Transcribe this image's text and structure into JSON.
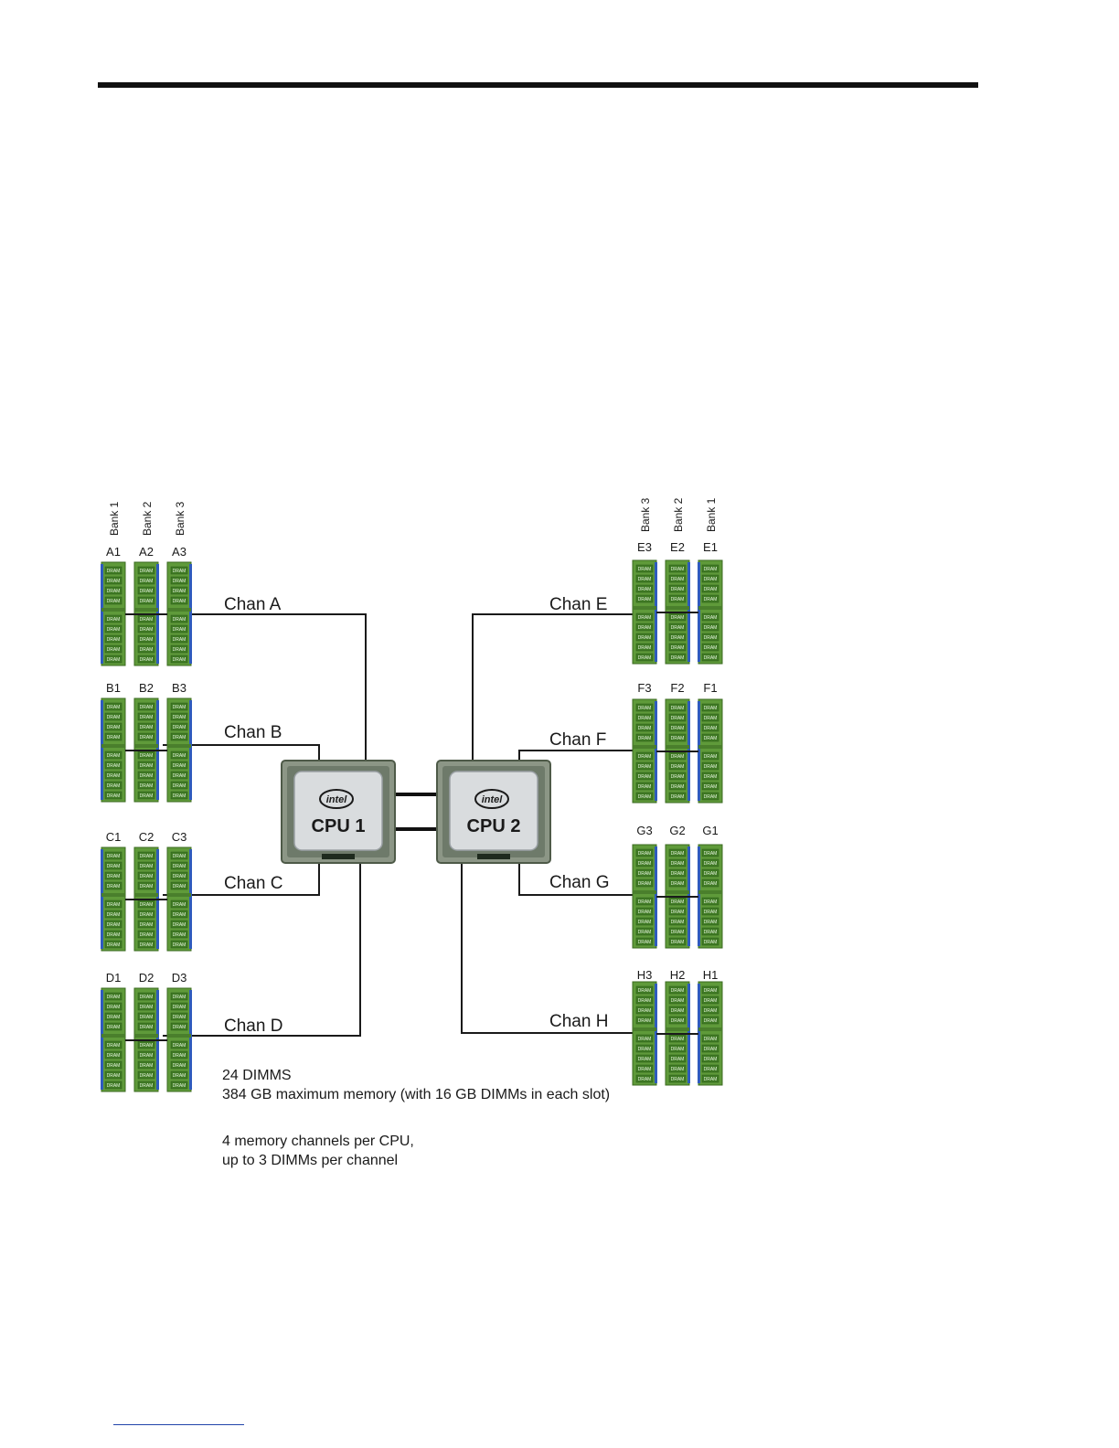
{
  "diagram": {
    "banks_left": [
      "Bank 1",
      "Bank 2",
      "Bank 3"
    ],
    "banks_right": [
      "Bank 3",
      "Bank 2",
      "Bank 1"
    ],
    "chip_label": "DRAM",
    "groups": [
      {
        "slots": [
          "A1",
          "A2",
          "A3"
        ],
        "channel": "Chan A"
      },
      {
        "slots": [
          "B1",
          "B2",
          "B3"
        ],
        "channel": "Chan B"
      },
      {
        "slots": [
          "C1",
          "C2",
          "C3"
        ],
        "channel": "Chan C"
      },
      {
        "slots": [
          "D1",
          "D2",
          "D3"
        ],
        "channel": "Chan D"
      },
      {
        "slots": [
          "E3",
          "E2",
          "E1"
        ],
        "channel": "Chan E"
      },
      {
        "slots": [
          "F3",
          "F2",
          "F1"
        ],
        "channel": "Chan F"
      },
      {
        "slots": [
          "G3",
          "G2",
          "G1"
        ],
        "channel": "Chan G"
      },
      {
        "slots": [
          "H3",
          "H2",
          "H1"
        ],
        "channel": "Chan H"
      }
    ],
    "cpus": [
      {
        "brand": "intel",
        "label": "CPU 1"
      },
      {
        "brand": "intel",
        "label": "CPU 2"
      }
    ],
    "notes": [
      "24 DIMMS",
      "384 GB maximum memory (with 16 GB DIMMs in each slot)",
      "4 memory channels per CPU,",
      "up to 3 DIMMs per channel"
    ],
    "colors": {
      "dimm_pcb": "#5f9a3a",
      "dimm_chip": "#3f7a24",
      "dimm_edge": "#2f5bbd",
      "cpu_body": "#6e7a6a",
      "cpu_lid": "#d9dcde"
    }
  }
}
